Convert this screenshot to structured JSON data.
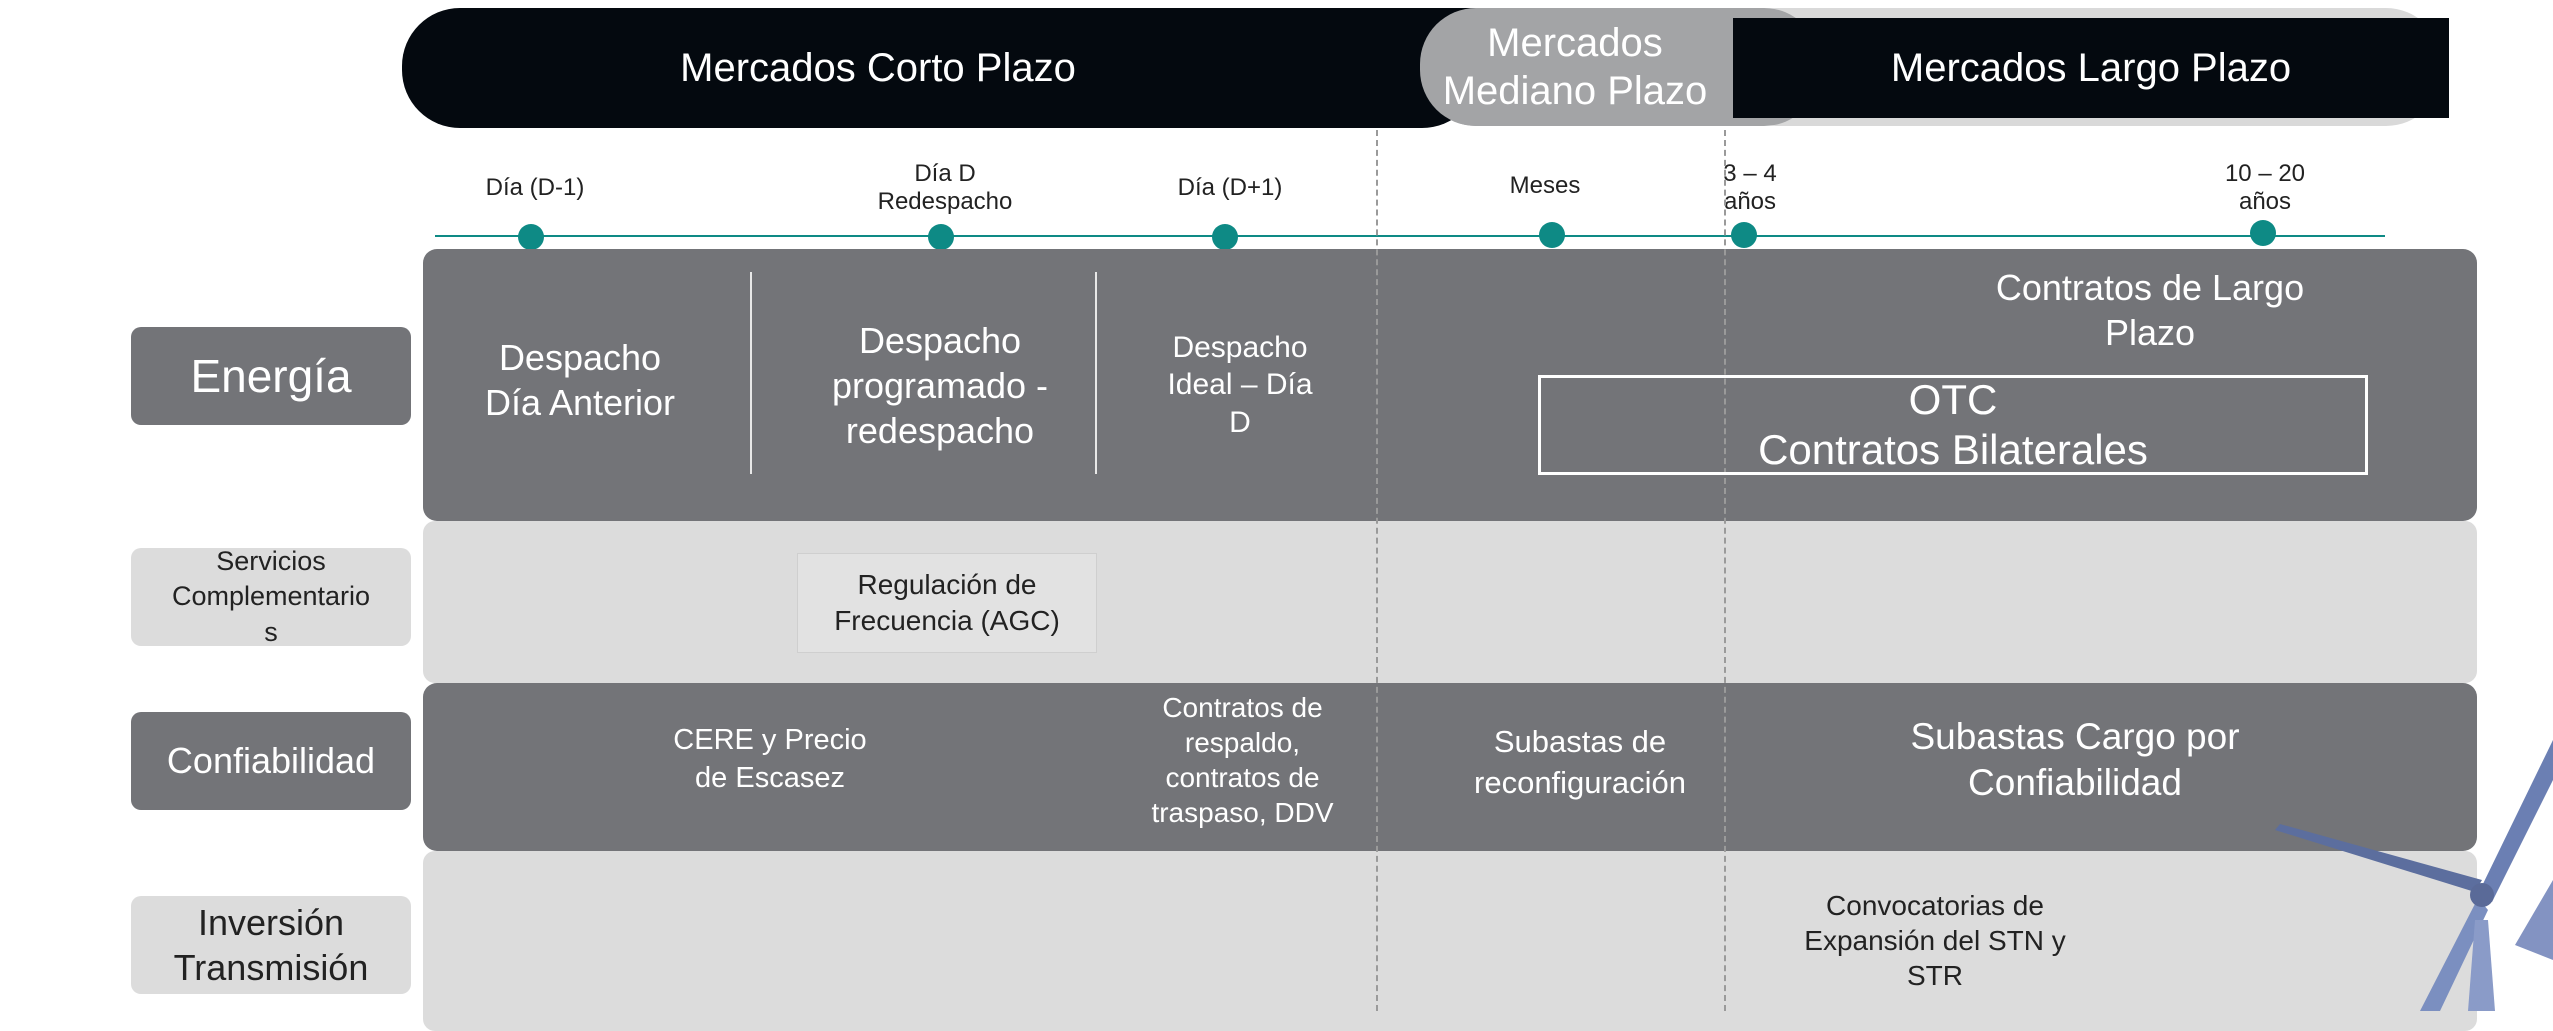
{
  "markets": {
    "short": "Mercados Corto Plazo",
    "medium": "Mercados\nMediano Plazo",
    "long": "Mercados Largo Plazo"
  },
  "timeline": {
    "ticks": [
      {
        "label": "Día (D-1)"
      },
      {
        "label": "Día D\nRedespacho"
      },
      {
        "label": "Día (D+1)"
      },
      {
        "label": "Meses"
      },
      {
        "label": "3 – 4\naños"
      },
      {
        "label": "10 – 20\naños"
      }
    ]
  },
  "rows": {
    "energia": {
      "label": "Energía",
      "despacho_anterior": "Despacho\nDía Anterior",
      "despacho_programado": "Despacho\nprogramado -\nredespacho",
      "despacho_ideal": "Despacho\nIdeal – Día\nD",
      "contratos_largo": "Contratos de Largo\nPlazo",
      "otc": "OTC\nContratos Bilaterales"
    },
    "servicios": {
      "label": "Servicios\nComplementario\ns",
      "regulacion": "Regulación de\nFrecuencia (AGC)"
    },
    "confiabilidad": {
      "label": "Confiabilidad",
      "cere": "CERE y Precio\nde Escasez",
      "contratos_respaldo": "Contratos de\nrespaldo,\ncontratos de\ntraspaso, DDV",
      "subastas_reconf": "Subastas de\nreconfiguración",
      "subastas_cargo": "Subastas Cargo por\nConfiabilidad"
    },
    "inversion": {
      "label": "Inversión\nTransmisión",
      "convocatorias": "Convocatorias de\nExpansión del STN y\nSTR"
    }
  },
  "colors": {
    "dark_header": "#04090f",
    "medium_header": "#a3a4a6",
    "dark_band": "#737478",
    "light_band": "#dcdcdc",
    "timeline_dot": "#0e8a85"
  }
}
